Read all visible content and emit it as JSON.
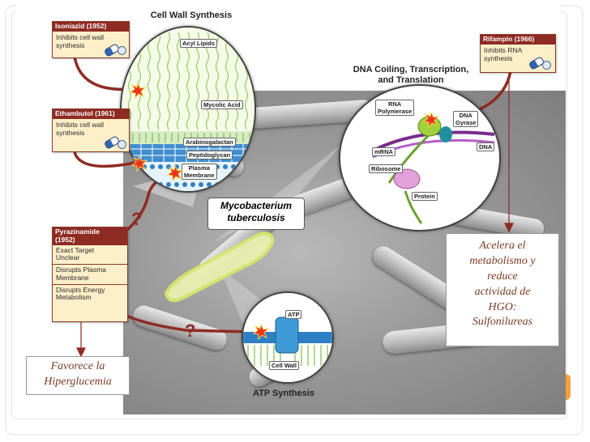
{
  "drugs": {
    "isoniazid": {
      "name": "Isoniazid (1952)",
      "effect_line1": "Inhibits cell wall",
      "effect_line2": "synthesis"
    },
    "ethambutol": {
      "name": "Ethambutol (1961)",
      "effect_line1": "Inhibits cell wall",
      "effect_line2": "synthesis"
    },
    "rifampin": {
      "name": "Rifampin (1966)",
      "effect_line1": "Inhibits RNA",
      "effect_line2": "synthesis"
    },
    "pyrazinamide": {
      "name_line1": "Pyrazinamide",
      "name_line2": "(1952)",
      "items": [
        {
          "line1": "Exact Target",
          "line2": "Unclear"
        },
        {
          "line1": "Disrupts Plasma",
          "line2": "Membrane"
        },
        {
          "line1": "Disrupts Energy",
          "line2": "Metabolism"
        }
      ]
    }
  },
  "headings": {
    "cell_wall_synthesis": "Cell Wall Synthesis",
    "dna_line1": "DNA Coiling, Transcription,",
    "dna_line2": "and Translation",
    "atp_synthesis": "ATP Synthesis"
  },
  "cell_wall_labels": {
    "acyl_lipids": "Acyl Lipids",
    "mycolic_acid": "Mycolic Acid",
    "arabinogalactan": "Arabinogalactan",
    "peptidoglycan": "Peptidoglycan",
    "plasma_line1": "Plasma",
    "plasma_line2": "Membrane"
  },
  "dna_labels": {
    "rna_polymerase_line1": "RNA",
    "rna_polymerase_line2": "Polymerase",
    "dna_gyrase_line1": "DNA",
    "dna_gyrase_line2": "Gyrase",
    "dna": "DNA",
    "mrna": "mRNA",
    "ribosome": "Ribosome",
    "protein": "Protein"
  },
  "atp_labels": {
    "atp": "ATP",
    "cell_wall": "Cell Wall"
  },
  "organism": {
    "line1": "Mycobacterium",
    "line2": "tuberculosis"
  },
  "question_marks": [
    "?",
    "?"
  ],
  "annotations": {
    "right_box": [
      "Acelera el",
      "metabolismo y",
      "reduce",
      "actividad de",
      "HGO:",
      "Sulfonilureas"
    ],
    "left_box": [
      "Favorece la",
      "Hiperglucemia"
    ]
  },
  "colors": {
    "arrow": "#8e2b23",
    "box_fill": "#fdf0c9",
    "membrane_green": "#7cc142",
    "membrane_blue": "#2f7fc4",
    "annotation_text": "#7a3a22",
    "accent_orange": "#f3a040"
  }
}
